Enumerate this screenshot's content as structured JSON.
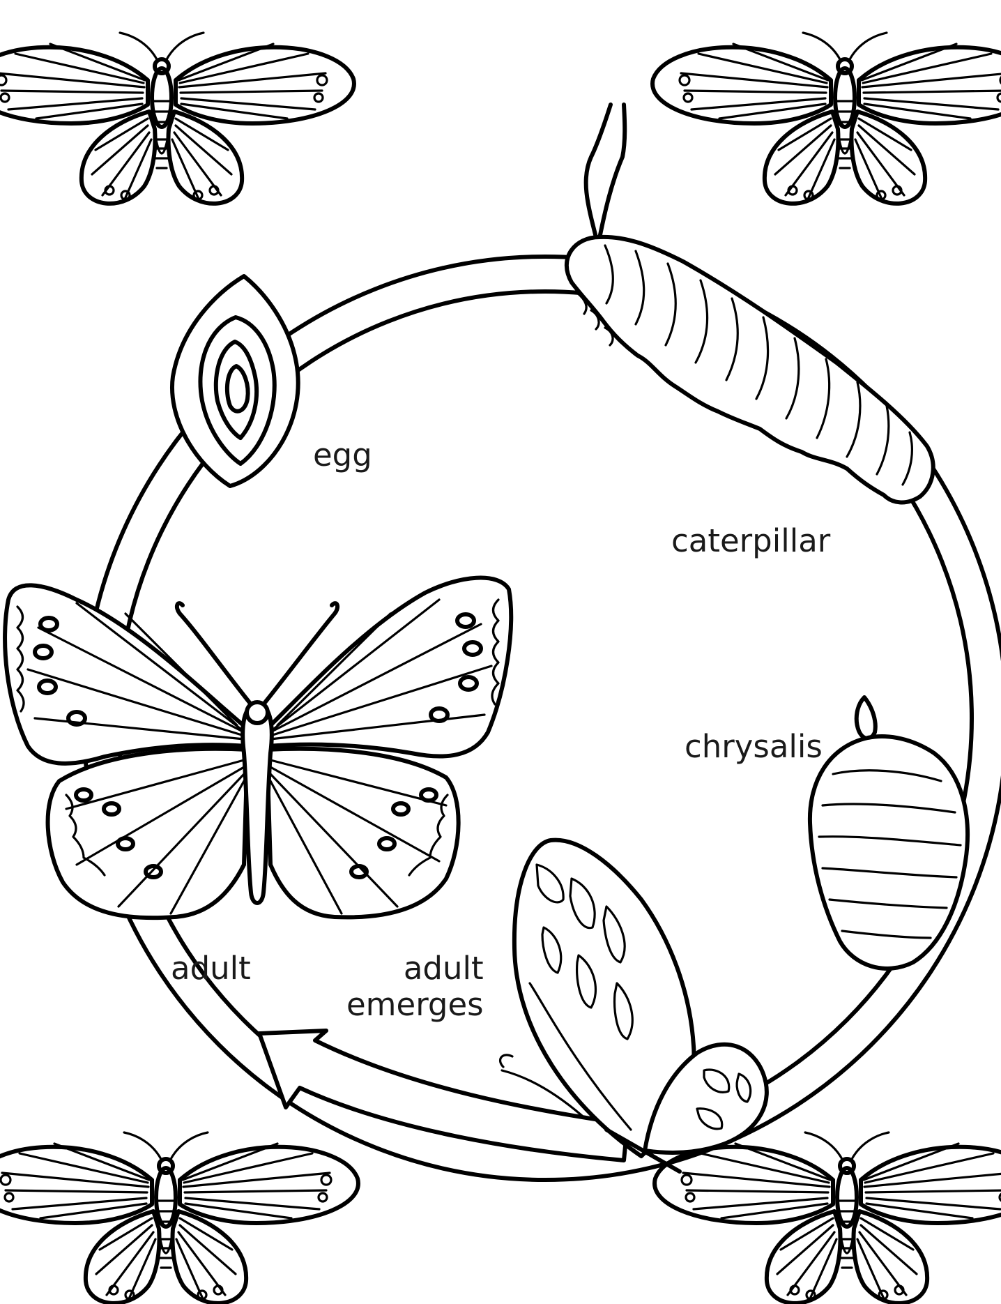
{
  "diagram": {
    "stages": {
      "egg": "egg",
      "caterpillar": "caterpillar",
      "chrysalis": "chrysalis",
      "adult_emerges": "adult\nemerges",
      "adult": "adult"
    }
  },
  "colors": {
    "ink": "#000000",
    "paper": "#ffffff",
    "label_text": "#1a1a1a"
  }
}
